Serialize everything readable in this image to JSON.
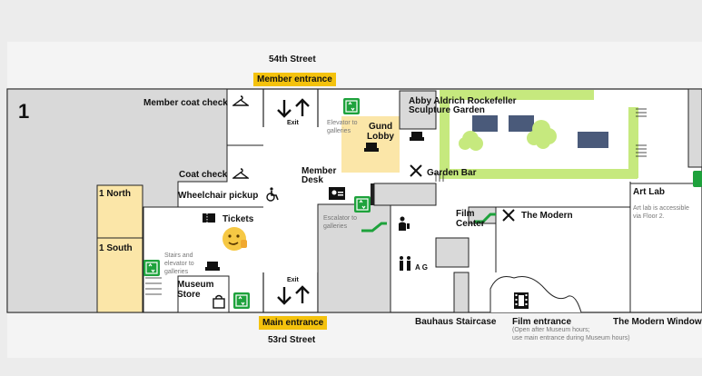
{
  "floor": "1",
  "streets": {
    "north": "54th Street",
    "south": "53rd Street"
  },
  "entrances": {
    "member": "Member entrance",
    "main": "Main entrance",
    "film": "Film entrance",
    "film_note_1": "(Open after Museum hours;",
    "film_note_2": "use main entrance during Museum hours)"
  },
  "exit_label": "Exit",
  "areas": {
    "member_coat_check": "Member coat check",
    "coat_check": "Coat check",
    "wheelchair_pickup": "Wheelchair pickup",
    "tickets": "Tickets",
    "one_north": "1 North",
    "one_south": "1 South",
    "museum_store_1": "Museum",
    "museum_store_2": "Store",
    "stairs_1": "Stairs and",
    "stairs_2": "elevator to",
    "stairs_3": "galleries",
    "elevator_1": "Elevator to",
    "elevator_2": "galleries",
    "gund_1": "Gund",
    "gund_2": "Lobby",
    "member_desk_1": "Member",
    "member_desk_2": "Desk",
    "sculpture_1": "Abby Aldrich Rockefeller",
    "sculpture_2": "Sculpture Garden",
    "garden_bar": "Garden Bar",
    "escalator_1": "Escalator to",
    "escalator_2": "galleries",
    "film_center_1": "Film",
    "film_center_2": "Center",
    "the_modern": "The Modern",
    "art_lab": "Art Lab",
    "art_lab_note_1": "Art lab is accessible",
    "art_lab_note_2": "via Floor 2.",
    "bauhaus": "Bauhaus Staircase",
    "modern_window": "The Modern Window",
    "restroom_letters": "A G"
  },
  "colors": {
    "accent_yellow": "#f4c20d",
    "pale_yellow": "#fbe6a8",
    "green": "#1ea23c",
    "lime": "#c6e97e",
    "gray_block": "#d9d9d9",
    "blue_table": "#4a5a7a"
  }
}
